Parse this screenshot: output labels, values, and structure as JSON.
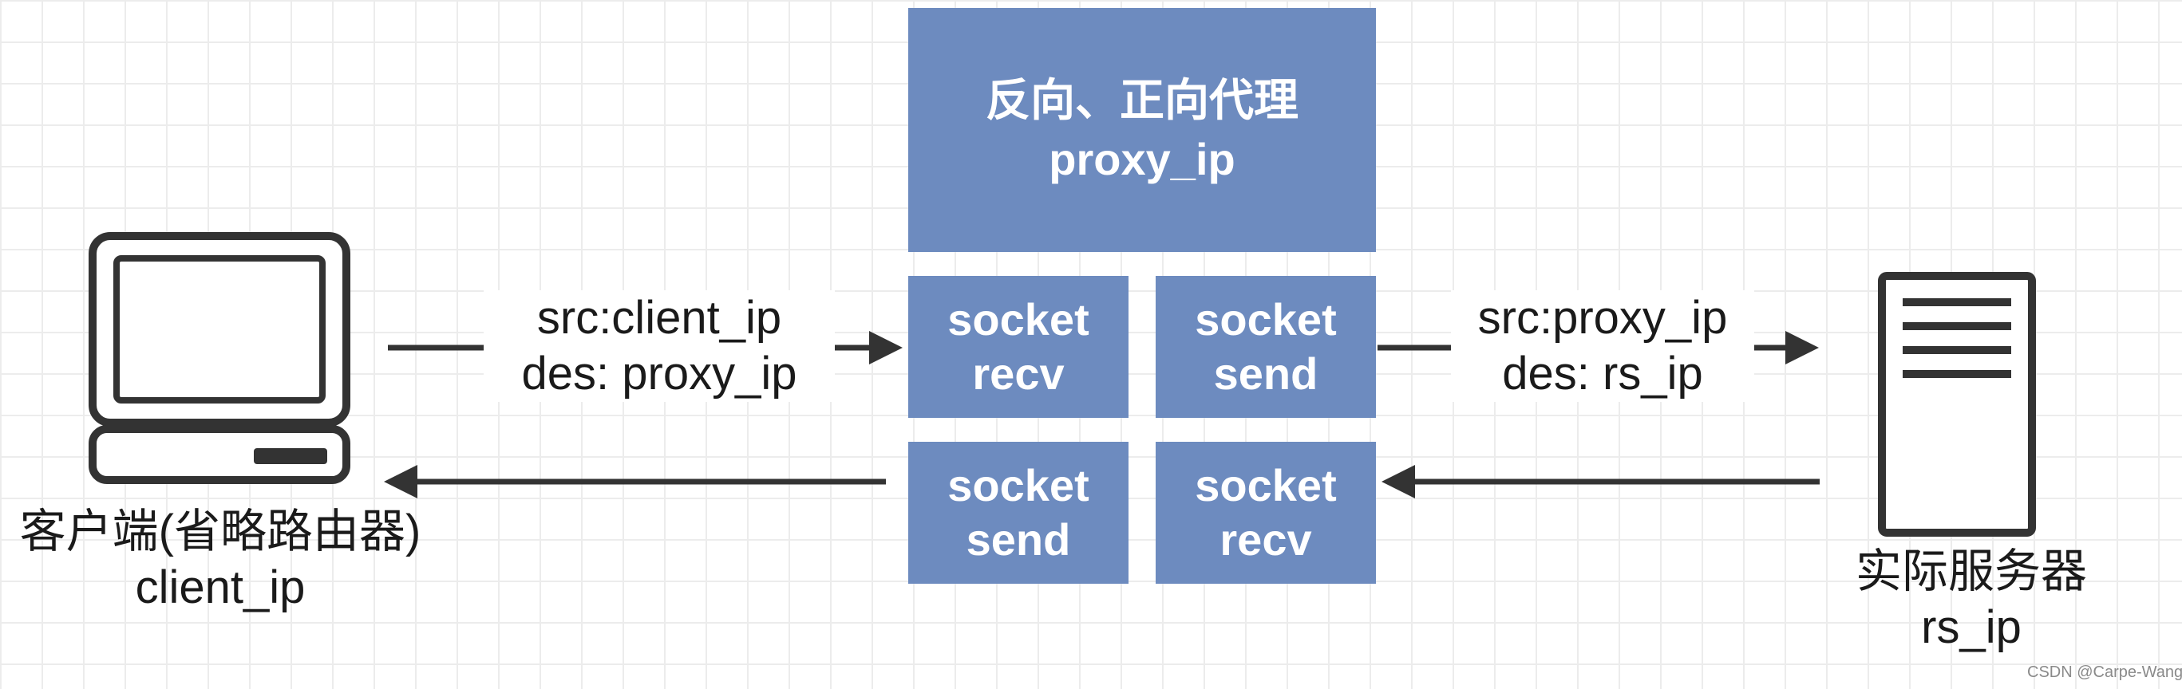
{
  "proxy": {
    "line1": "反向、正向代理",
    "line2": "proxy_ip"
  },
  "sockets": {
    "recv_in": {
      "line1": "socket",
      "line2": "recv"
    },
    "send_out": {
      "line1": "socket",
      "line2": "send"
    },
    "send_back": {
      "line1": "socket",
      "line2": "send"
    },
    "recv_back": {
      "line1": "socket",
      "line2": "recv"
    }
  },
  "client": {
    "line1": "客户端(省略路由器)",
    "line2": "client_ip",
    "icon": "desktop-computer-icon"
  },
  "server": {
    "line1": "实际服务器",
    "line2": "rs_ip",
    "icon": "server-icon"
  },
  "request_left": {
    "src": "src:client_ip",
    "des": "des: proxy_ip"
  },
  "request_right": {
    "src": "src:proxy_ip",
    "des": "des: rs_ip"
  },
  "watermark": "CSDN @Carpe-Wang",
  "colors": {
    "box": "#6d8bbf",
    "stroke": "#333333",
    "text": "#1a1a1a"
  }
}
